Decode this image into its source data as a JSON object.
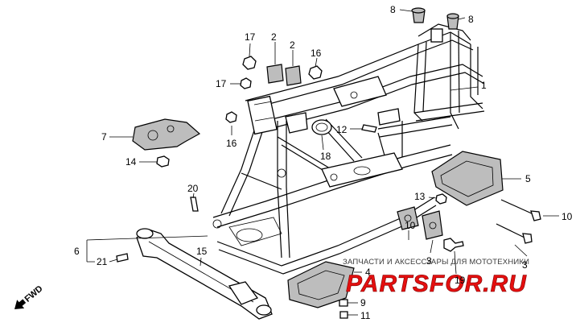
{
  "callouts": [
    {
      "id": "c8a",
      "label": "8"
    },
    {
      "id": "c8b",
      "label": "8"
    },
    {
      "id": "c17a",
      "label": "17"
    },
    {
      "id": "c2a",
      "label": "2"
    },
    {
      "id": "c2b",
      "label": "2"
    },
    {
      "id": "c16a",
      "label": "16"
    },
    {
      "id": "c17b",
      "label": "17"
    },
    {
      "id": "c1",
      "label": "1"
    },
    {
      "id": "c7",
      "label": "7"
    },
    {
      "id": "c12",
      "label": "12"
    },
    {
      "id": "c16b",
      "label": "16"
    },
    {
      "id": "c18",
      "label": "18"
    },
    {
      "id": "c14",
      "label": "14"
    },
    {
      "id": "c5",
      "label": "5"
    },
    {
      "id": "c20",
      "label": "20"
    },
    {
      "id": "c13",
      "label": "13"
    },
    {
      "id": "c10a",
      "label": "10"
    },
    {
      "id": "c10b",
      "label": "10"
    },
    {
      "id": "c3a",
      "label": "3"
    },
    {
      "id": "c3b",
      "label": "3"
    },
    {
      "id": "c6",
      "label": "6"
    },
    {
      "id": "c21",
      "label": "21"
    },
    {
      "id": "c15",
      "label": "15"
    },
    {
      "id": "c4",
      "label": "4"
    },
    {
      "id": "c19",
      "label": "19"
    },
    {
      "id": "c9",
      "label": "9"
    },
    {
      "id": "c11",
      "label": "11"
    }
  ],
  "watermark": {
    "text": "ЗАПЧАСТИ И АКСЕССУАРЫ ДЛЯ МОТОТЕХНИКИ",
    "logo": "PARTSFOR.RU",
    "color": "#e40f0f"
  },
  "fwd_label": "FWD"
}
